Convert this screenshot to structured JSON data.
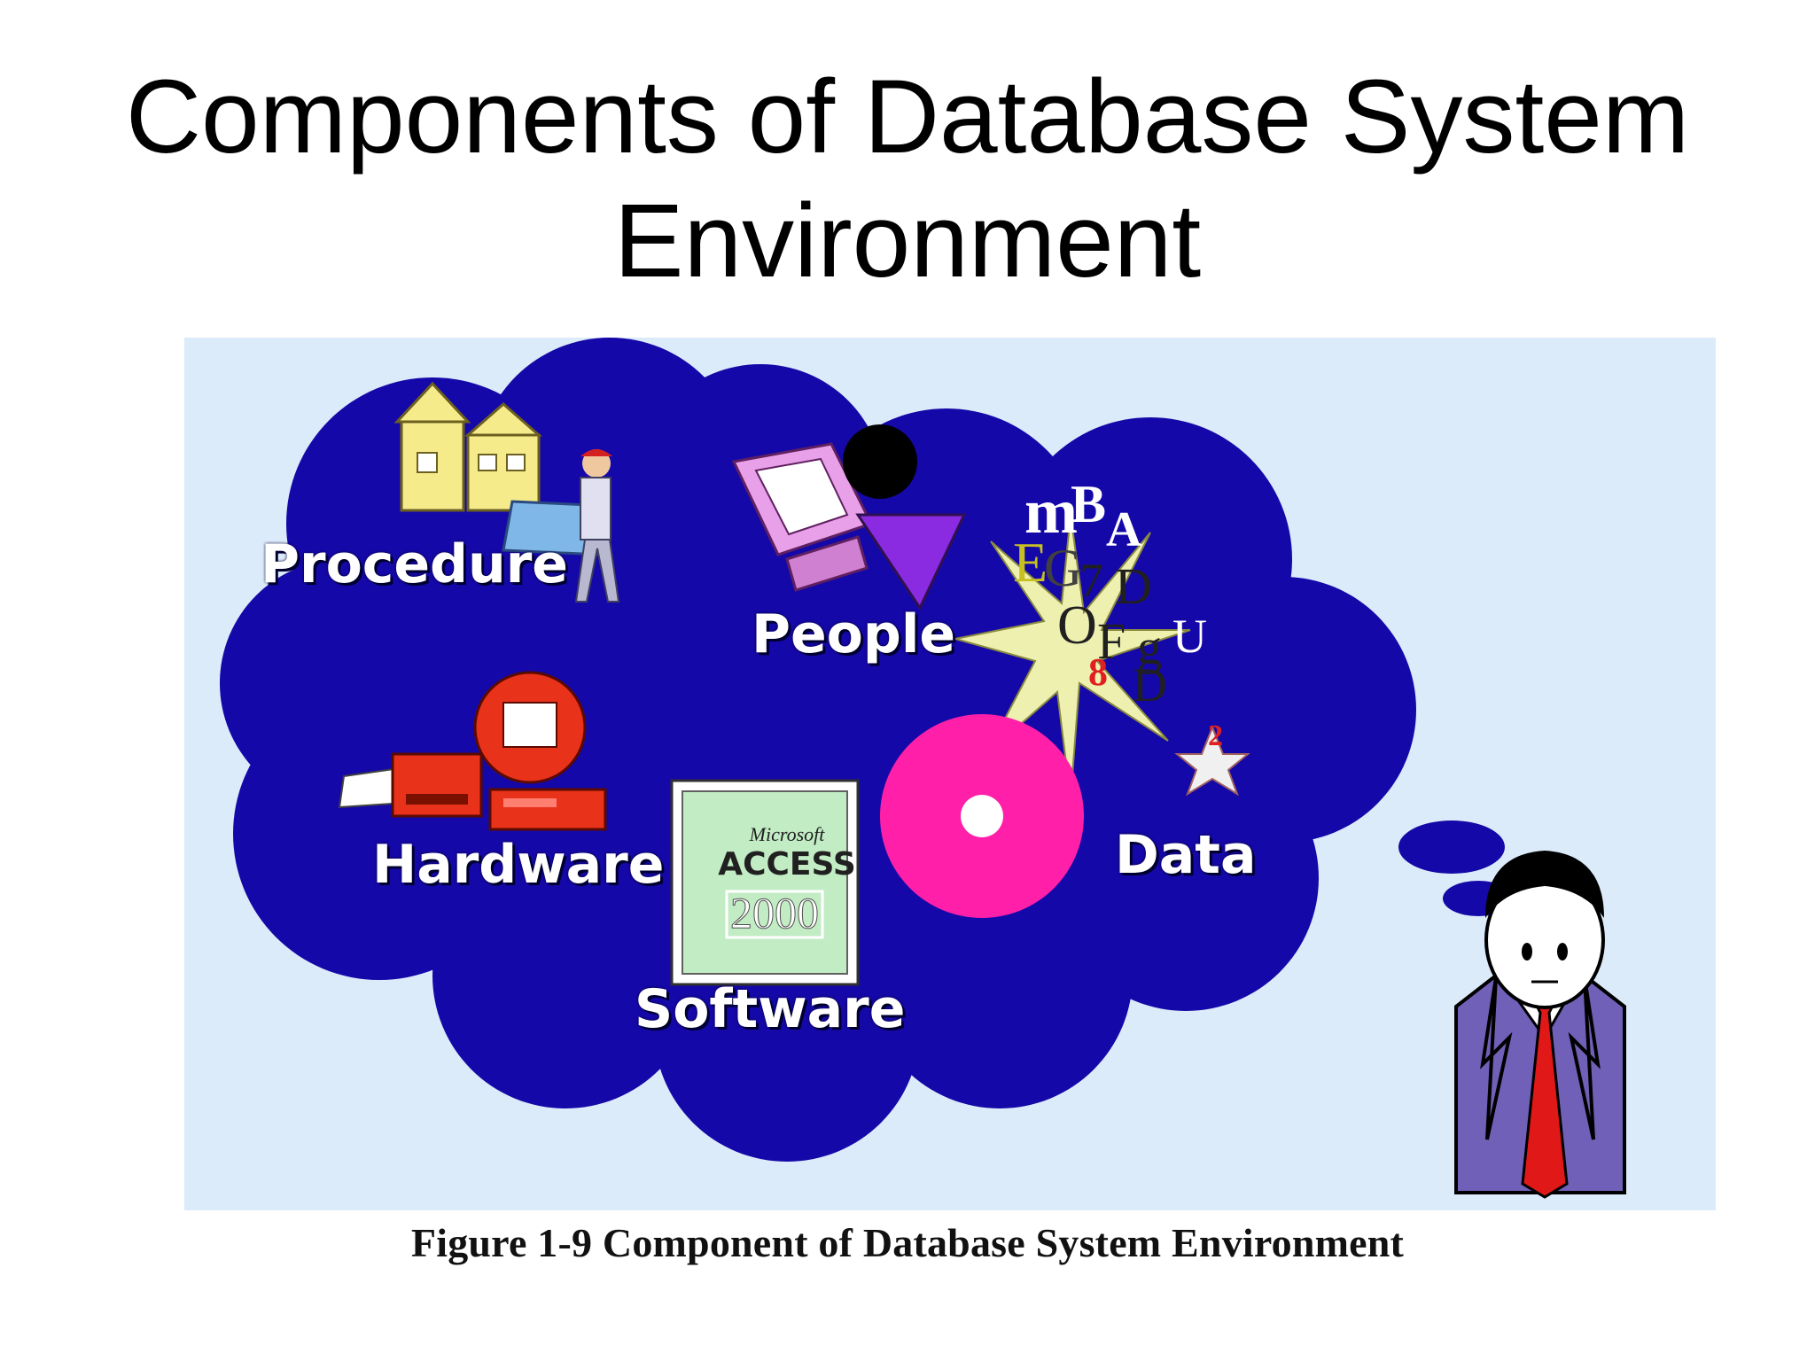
{
  "title": {
    "line1": "Components of Database System",
    "line2": "Environment"
  },
  "figure": {
    "components": {
      "procedure": "Procedure",
      "people": "People",
      "hardware": "Hardware",
      "software": "Software",
      "data": "Data"
    },
    "software_box": {
      "brand": "Microsoft",
      "product": "ACCESS",
      "version": "2000"
    },
    "data_glyphs": [
      "m",
      "B",
      "A",
      "E",
      "G",
      "7",
      "D",
      "O",
      "F",
      "g",
      "U",
      "8",
      "D",
      "2"
    ],
    "caption": "Figure 1-9 Component of Database System Environment"
  },
  "colors": {
    "cloud": "#1508a8",
    "background": "#dcebfa",
    "label": "#ffffff",
    "hardware": "#e8321a",
    "cd": "#ff1fa8",
    "box": "#c2ecc4"
  },
  "icons": {
    "procedure": "house-plan-icon",
    "people": "person-at-computer-icon",
    "hardware": "computer-hardware-icon",
    "software": "software-box-icon",
    "data": "data-symbols-icon",
    "thinker": "thinking-man-icon"
  }
}
